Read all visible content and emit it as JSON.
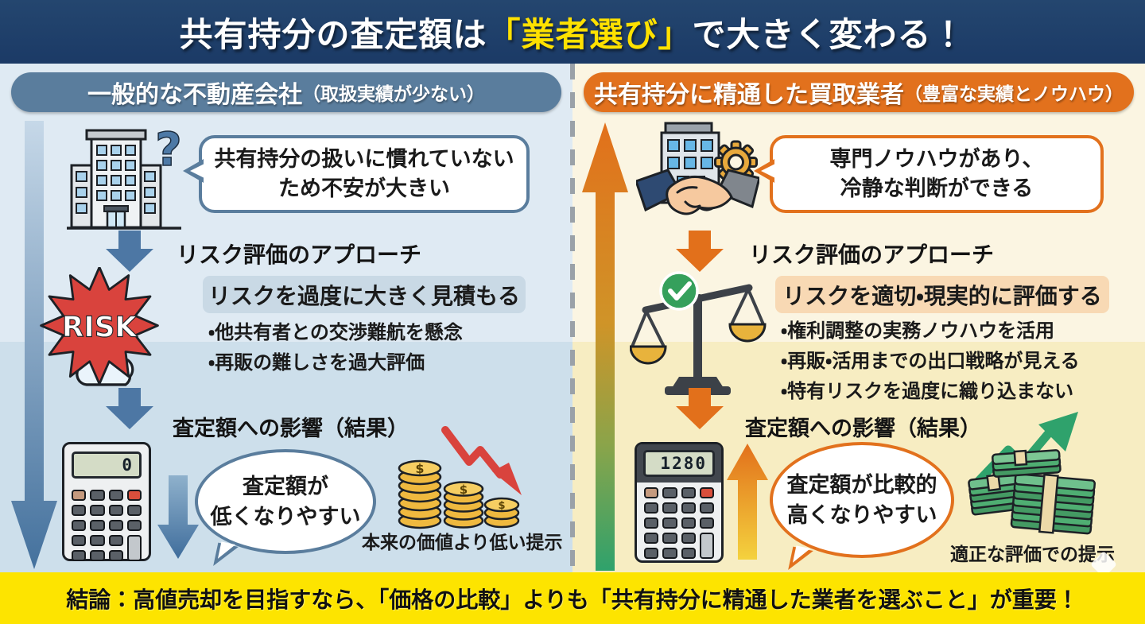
{
  "header": {
    "title_pre": "共有持分の査定額は",
    "title_highlight": "「業者選び」",
    "title_post": "で大きく変わる！"
  },
  "left": {
    "header_title": "一般的な不動産会社",
    "header_note": "（取扱実績が少ない）",
    "intro_bubble_line1": "共有持分の扱いに慣れていない",
    "intro_bubble_line2": "ため不安が大きい",
    "approach_heading": "リスク評価のアプローチ",
    "risk_label": "RISK",
    "approach_highlight": "リスクを過度に大きく見積もる",
    "approach_bullets": [
      "・他共有者との交渉難航を懸念",
      "・再販の難しさを過大評価"
    ],
    "result_heading": "査定額への影響（結果）",
    "calculator_display": "0",
    "result_bubble_line1": "査定額が",
    "result_bubble_line2": "低くなりやすい",
    "result_caption": "本来の価値より低い提示"
  },
  "right": {
    "header_title": "共有持分に精通した買取業者",
    "header_note": "（豊富な実績とノウハウ）",
    "intro_bubble_line1": "専門ノウハウがあり、",
    "intro_bubble_line2": "冷静な判断ができる",
    "approach_heading": "リスク評価のアプローチ",
    "approach_highlight": "リスクを適切・現実的に評価する",
    "approach_bullets": [
      "・権利調整の実務ノウハウを活用",
      "・再販・活用までの出口戦略が見える",
      "・特有リスクを過度に織り込まない"
    ],
    "result_heading": "査定額への影響（結果）",
    "calculator_display": "1280",
    "result_bubble_line1": "査定額が比較的",
    "result_bubble_line2": "高くなりやすい",
    "result_caption": "適正な評価での提示"
  },
  "footer": {
    "text": "結論：高値売却を目指すなら、「価格の比較」よりも「共有持分に精通した業者を選ぶこと」が重要！"
  },
  "colors": {
    "header_bg": "#1b3a66",
    "title_highlight": "#ffe100",
    "left_accent": "#5a7d9d",
    "right_accent": "#e2711d",
    "left_bg_top": "#dfeaf3",
    "left_bg_bottom": "#cddfeb",
    "right_bg_top": "#fbf5e2",
    "right_bg_bottom": "#f7edc2",
    "footer_bg": "#fde400",
    "risk_red": "#d9433d",
    "success_green": "#2fa26c"
  }
}
